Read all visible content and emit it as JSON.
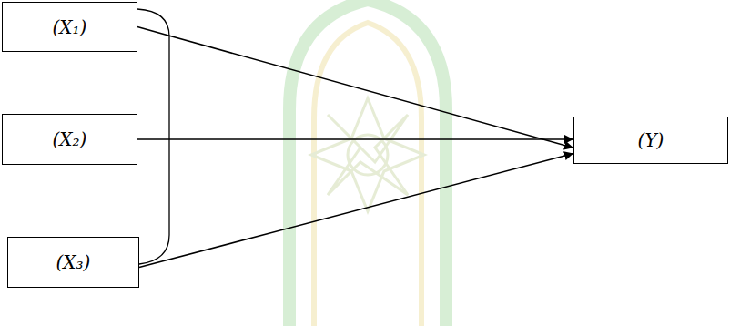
{
  "diagram": {
    "nodes": [
      {
        "text": [
          "(X₁)"
        ]
      },
      {
        "text": [
          "(X₂)"
        ]
      },
      {
        "text": [
          "(X₃)"
        ]
      },
      {
        "text": [
          "(Y)"
        ]
      }
    ],
    "edges": [
      {
        "from": 0,
        "to": 3,
        "arrow": "to"
      },
      {
        "from": 1,
        "to": 3,
        "arrow": "to"
      },
      {
        "from": 2,
        "to": 3,
        "arrow": "to"
      }
    ]
  }
}
